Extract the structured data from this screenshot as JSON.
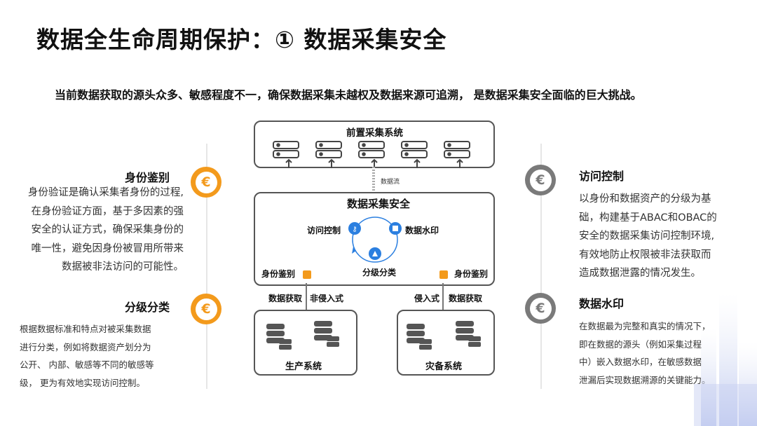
{
  "title": "数据全生命周期保护：① 数据采集安全",
  "subtitle": "当前数据获取的源头众多、敏感程度不一，确保数据采集未越权及数据来源可追溯， 是数据采集安全面临的巨大挑战。",
  "left": {
    "identity": {
      "title": "身份鉴别",
      "lines": [
        "身份验证是确认采集者身份的过程,",
        "在身份验证方面，基于多因素的强",
        "安全的认证方式，确保采集身份的",
        "唯一性，避免因身份被冒用所带来",
        "数据被非法访问的可能性。"
      ]
    },
    "classify": {
      "title": "分级分类",
      "lines": [
        "根据数据标准和特点对被采集数据",
        "进行分类，例如将数据资产划分为",
        "公开、 内部、敏感等不同的敏感等",
        "级， 更为有效地实现访问控制。"
      ]
    }
  },
  "right": {
    "access": {
      "title": "访问控制",
      "lines": [
        "以身份和数据资产的分级为基",
        "础，构建基于ABAC和OBAC的",
        "安全的数据采集访问控制环境,",
        "有效地防止权限被非法获取而",
        "造成数据泄露的情况发生。"
      ]
    },
    "watermark": {
      "title": "数据水印",
      "lines": [
        "在数据最为完整和真实的情况下，",
        "即在数据的源头（例如采集过程",
        "中）嵌入数据水印，在敏感数据",
        "泄漏后实现数据溯源的关键能力。"
      ]
    }
  },
  "icon_symbol": "€",
  "diagram": {
    "front_system": "前置采集系统",
    "data_flow": "数据流",
    "security_title": "数据采集安全",
    "access_control": "访问控制",
    "watermark": "数据水印",
    "classify": "分级分类",
    "identity_left": "身份鉴别",
    "identity_right": "身份鉴别",
    "acquire_left": "数据获取",
    "non_invasive": "非侵入式",
    "invasive": "侵入式",
    "acquire_right": "数据获取",
    "production": "生产系统",
    "backup": "灾备系统"
  },
  "colors": {
    "accent": "#f39a1c",
    "gray_icon": "#7a7a7a",
    "diagram_blue": "#2b7fe0"
  }
}
